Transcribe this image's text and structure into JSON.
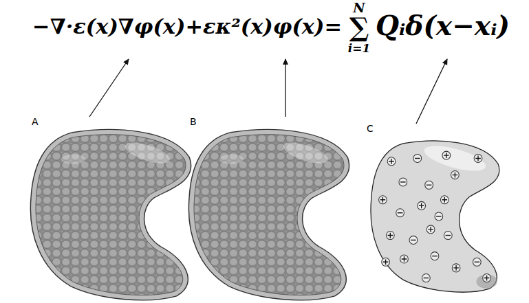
{
  "diagram": {
    "nodes": [
      {
        "text": [
          "A"
        ]
      },
      {
        "text": [
          "B"
        ]
      },
      {
        "text": [
          "C"
        ]
      }
    ],
    "labels": [
      "−∇·ε(x)∇φ(x)+εκ²(x)φ(x)=",
      "N",
      "∑",
      "i=1",
      "Qᵢδ(x−xᵢ)"
    ]
  }
}
